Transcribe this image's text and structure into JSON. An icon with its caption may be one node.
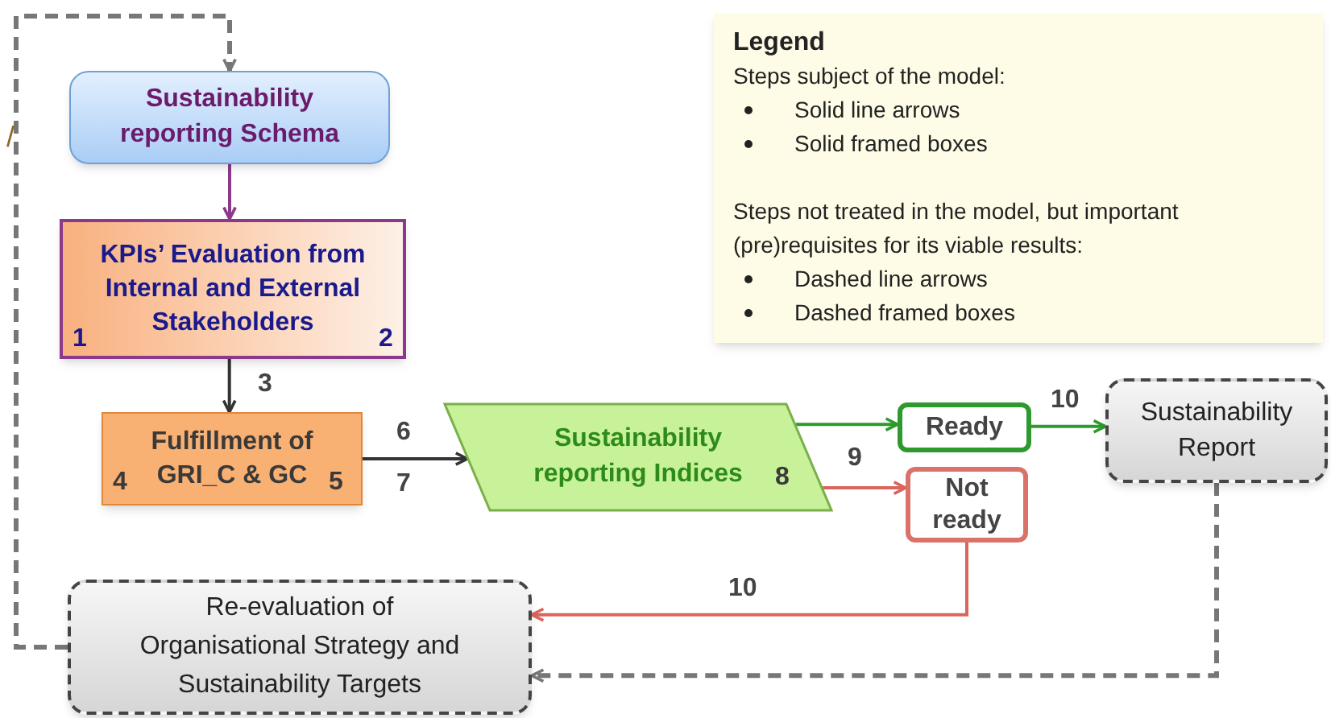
{
  "diagram": {
    "nodes": [
      {
        "text": [
          "Sustainability reporting Schema"
        ]
      },
      {
        "text": [
          "KPIs’ Evaluation from Internal and External Stakeholders",
          "1",
          "2"
        ]
      },
      {
        "text": [
          "4",
          "Fulfillment of GRI_C & GC",
          "5"
        ]
      },
      {
        "text": [
          "Sustainability reporting Indices",
          "8"
        ]
      },
      {
        "text": [
          "Ready"
        ]
      },
      {
        "text": [
          "Not ready"
        ]
      },
      {
        "text": [
          "Sustainability Report"
        ]
      },
      {
        "text": [
          "Re-evaluation of Organisational Strategy and Sustainability Targets"
        ]
      }
    ],
    "edges": [
      {
        "from": 0,
        "to": 1,
        "arrow": "to",
        "color": "#8b3a8b"
      },
      {
        "from": 1,
        "to": 2,
        "arrow": "to",
        "label": "3"
      },
      {
        "from": 2,
        "to": 3,
        "arrow": "to",
        "label": "6"
      },
      {
        "from": 3,
        "to": 4,
        "arrow": "to",
        "color": "#2e9a2e"
      },
      {
        "from": 3,
        "to": 5,
        "arrow": "to",
        "label": "9",
        "color": "#d9655c"
      },
      {
        "from": 4,
        "to": 6,
        "arrow": "to",
        "label": "10",
        "color": "#2e9a2e"
      },
      {
        "from": 5,
        "to": 7,
        "arrow": "to",
        "label": "10",
        "color": "#d9655c"
      },
      {
        "from": 6,
        "to": 7,
        "arrow": "to",
        "style": "dashed",
        "color": "#777777"
      },
      {
        "from": 7,
        "to": 0,
        "arrow": "to",
        "style": "dashed",
        "color": "#777777"
      }
    ],
    "labels": [
      "/",
      "Legend",
      "Steps subject of the model:",
      "Steps not treated in the model, but important (pre)requisites for its viable results:",
      "7"
    ],
    "legend": [
      {
        "text": "Solid line arrows"
      },
      {
        "text": "Solid framed boxes"
      },
      {
        "text": "Dashed line arrows"
      },
      {
        "text": "Dashed framed boxes"
      }
    ]
  }
}
